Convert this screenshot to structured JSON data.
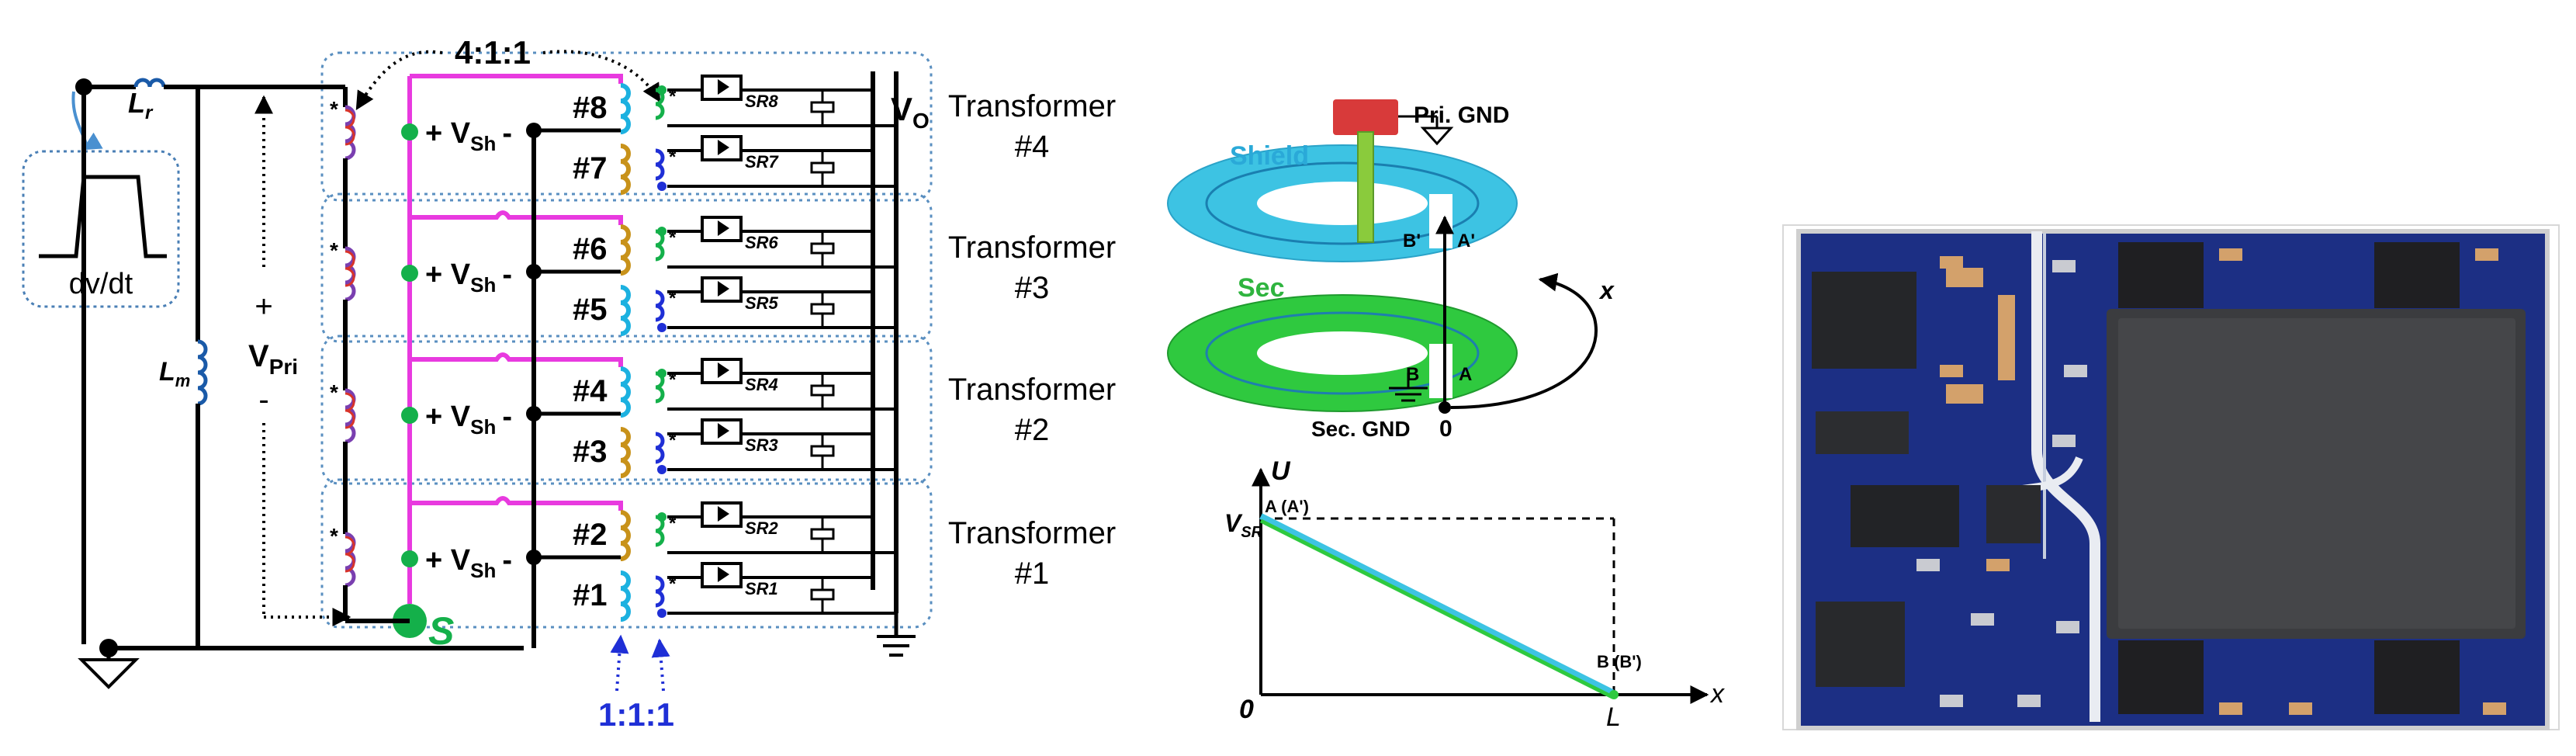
{
  "circuit": {
    "ratio_top": "4:1:1",
    "ratio_bottom": "1:1:1",
    "lr": "L",
    "lr_sub": "r",
    "lm": "L",
    "lm_sub": "m",
    "vpri_plus": "+",
    "vpri": "V",
    "vpri_sub": "Pri",
    "vpri_minus": "-",
    "dvdt": "dv/dt",
    "s_node": "S",
    "vo": "V",
    "vo_sub": "O",
    "vsh_plus": "+ V",
    "vsh_sub": "Sh",
    "vsh_minus": "-",
    "star": "*",
    "windings": [
      "#8",
      "#7",
      "#6",
      "#5",
      "#4",
      "#3",
      "#2",
      "#1"
    ],
    "sr": [
      "SR8",
      "SR7",
      "SR6",
      "SR5",
      "SR4",
      "SR3",
      "SR2",
      "SR1"
    ],
    "transformers": [
      {
        "name": "Transformer",
        "num": "#4"
      },
      {
        "name": "Transformer",
        "num": "#3"
      },
      {
        "name": "Transformer",
        "num": "#2"
      },
      {
        "name": "Transformer",
        "num": "#1"
      }
    ],
    "colors": {
      "magenta": "#e83adf",
      "green": "#14b04a",
      "cyan": "#1cb1e0",
      "orange": "#c8921a",
      "blue": "#1f2fd6",
      "purple": "#7a3fb0",
      "red": "#d8332a"
    }
  },
  "shield": {
    "pri_gnd": "Pri. GND",
    "shield": "Shield",
    "sec": "Sec",
    "b_prime": "B'",
    "a_prime": "A'",
    "b": "B",
    "a": "A",
    "sec_gnd": "Sec. GND",
    "zero": "0",
    "x": "x",
    "colors": {
      "shield": "#3dc3e3",
      "sec": "#2fc93f",
      "tab": "#d83a3a",
      "post": "#8acb3c"
    }
  },
  "plot": {
    "ylabel": "U",
    "xlabel": "x",
    "v": "V",
    "v_sub": "SR",
    "a_label": "A (A')",
    "b_label": "B (B')",
    "origin": "0",
    "l": "L"
  },
  "photo": {
    "board_color": "#1c2f84",
    "module_color": "#3b3c3f"
  }
}
